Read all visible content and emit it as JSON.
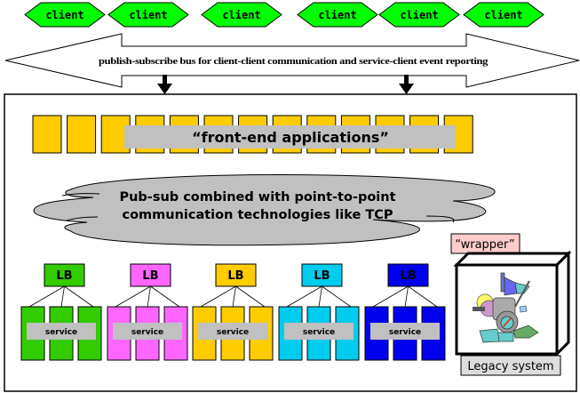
{
  "clients": {
    "label": "client",
    "count": 6,
    "color": "#00ff00"
  },
  "bus": {
    "label": "publish-subscribe bus for client-client communication and service-client event reporting"
  },
  "frontend": {
    "label": "“front-end applications”",
    "box_count": 13,
    "box_color": "#ffcc00",
    "label_bg": "#c0c0c0"
  },
  "cloud": {
    "line1": "Pub-sub combined with point-to-point",
    "line2": "communication technologies like TCP",
    "color": "#c0c0c0"
  },
  "service_groups": [
    {
      "lb_label": "LB",
      "service_label": "service",
      "color": "#33cc00"
    },
    {
      "lb_label": "LB",
      "service_label": "service",
      "color": "#ff66ff"
    },
    {
      "lb_label": "LB",
      "service_label": "service",
      "color": "#ffcc00"
    },
    {
      "lb_label": "LB",
      "service_label": "service",
      "color": "#00ccee"
    },
    {
      "lb_label": "LB",
      "service_label": "service",
      "color": "#0000ee"
    }
  ],
  "wrapper": {
    "label": "“wrapper”",
    "color": "#ffcccc"
  },
  "legacy": {
    "label": "Legacy system",
    "label_bg": "#dddddd"
  }
}
